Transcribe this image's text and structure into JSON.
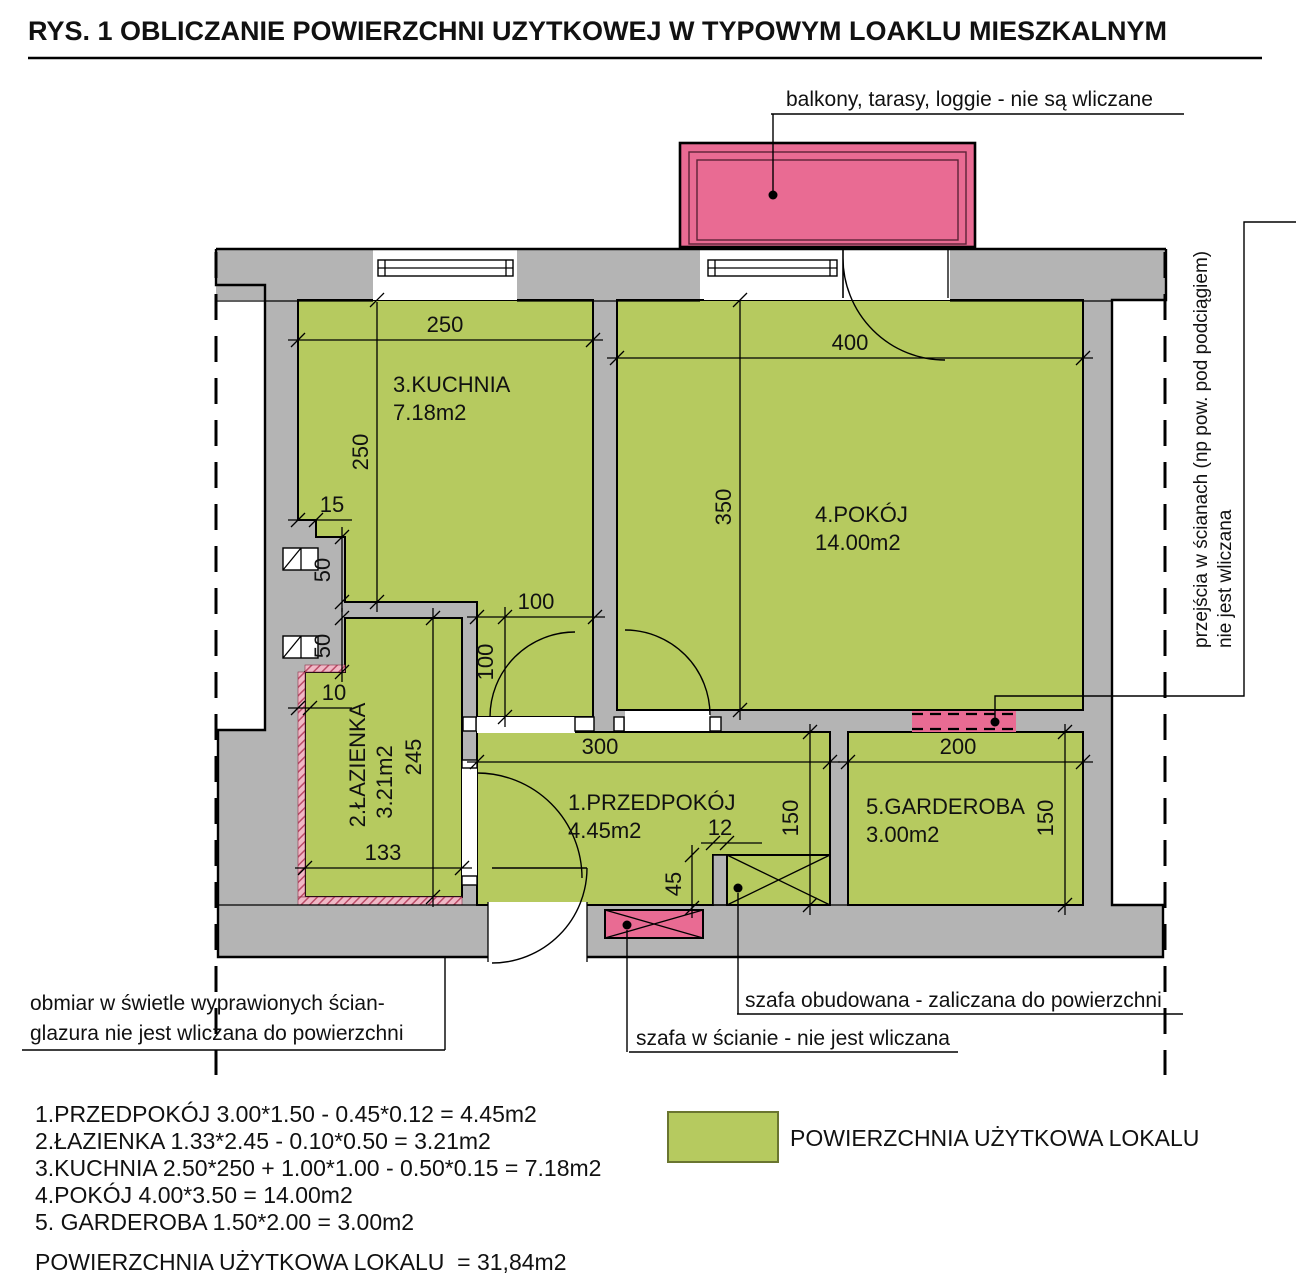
{
  "title": "RYS. 1 OBLICZANIE POWIERZCHNI UZYTKOWEJ W TYPOWYM LOAKLU MIESZKALNYM",
  "rooms": {
    "przedpokoj": {
      "name": "1.PRZEDPOKÓJ",
      "area": "4.45m2"
    },
    "lazienka": {
      "name": "2.ŁAZIENKA",
      "area": "3.21m2"
    },
    "kuchnia": {
      "name": "3.KUCHNIA",
      "area": "7.18m2"
    },
    "pokoj": {
      "name": "4.POKÓJ",
      "area": "14.00m2"
    },
    "garderoba": {
      "name": "5.GARDEROBA",
      "area": "3.00m2"
    }
  },
  "dims": {
    "kuchnia_w": "250",
    "kuchnia_h": "250",
    "pokoj_w": "400",
    "pokoj_h": "350",
    "step": "15",
    "vent_a": "50",
    "vent_b": "50",
    "glazura": "10",
    "aneks_w": "100",
    "aneks_h": "100",
    "lazienka_w": "133",
    "lazienka_h": "245",
    "przedpokoj_w": "300",
    "przedpokoj_h": "150",
    "garderoba_w": "200",
    "garderoba_h": "150",
    "szafa_w": "12",
    "szafa_h": "45"
  },
  "annotations": {
    "balkon": "balkony, tarasy, loggie - nie są wliczane",
    "przejscia_1": "przejścia w ścianach (np pow. pod podciągiem)",
    "przejscia_2": "nie jest wliczana",
    "obmiar_1": "obmiar w świetle wyprawionych ścian-",
    "obmiar_2": "glazura nie jest wliczana do powierzchni",
    "szafa_obudowana": "szafa obudowana - zaliczana do powierzchni",
    "szafa_w_scianie": "szafa w ścianie - nie jest wliczana"
  },
  "calculations": [
    "1.PRZEDPOKÓJ 3.00*1.50 - 0.45*0.12 = 4.45m2",
    "2.ŁAZIENKA 1.33*2.45 - 0.10*0.50 = 3.21m2",
    "3.KUCHNIA 2.50*250 + 1.00*1.00 - 0.50*0.15 = 7.18m2",
    "4.POKÓJ 4.00*3.50 = 14.00m2",
    "5. GARDEROBA 1.50*2.00 = 3.00m2"
  ],
  "total": "POWIERZCHNIA UŻYTKOWA LOKALU  = 31,84m2",
  "legend": {
    "label": "POWIERZCHNIA UŻYTKOWA LOKALU"
  },
  "colors": {
    "usable_area": "#b6ca5f",
    "wall": "#b4b4b4",
    "excluded_pink": "#e96b93"
  }
}
